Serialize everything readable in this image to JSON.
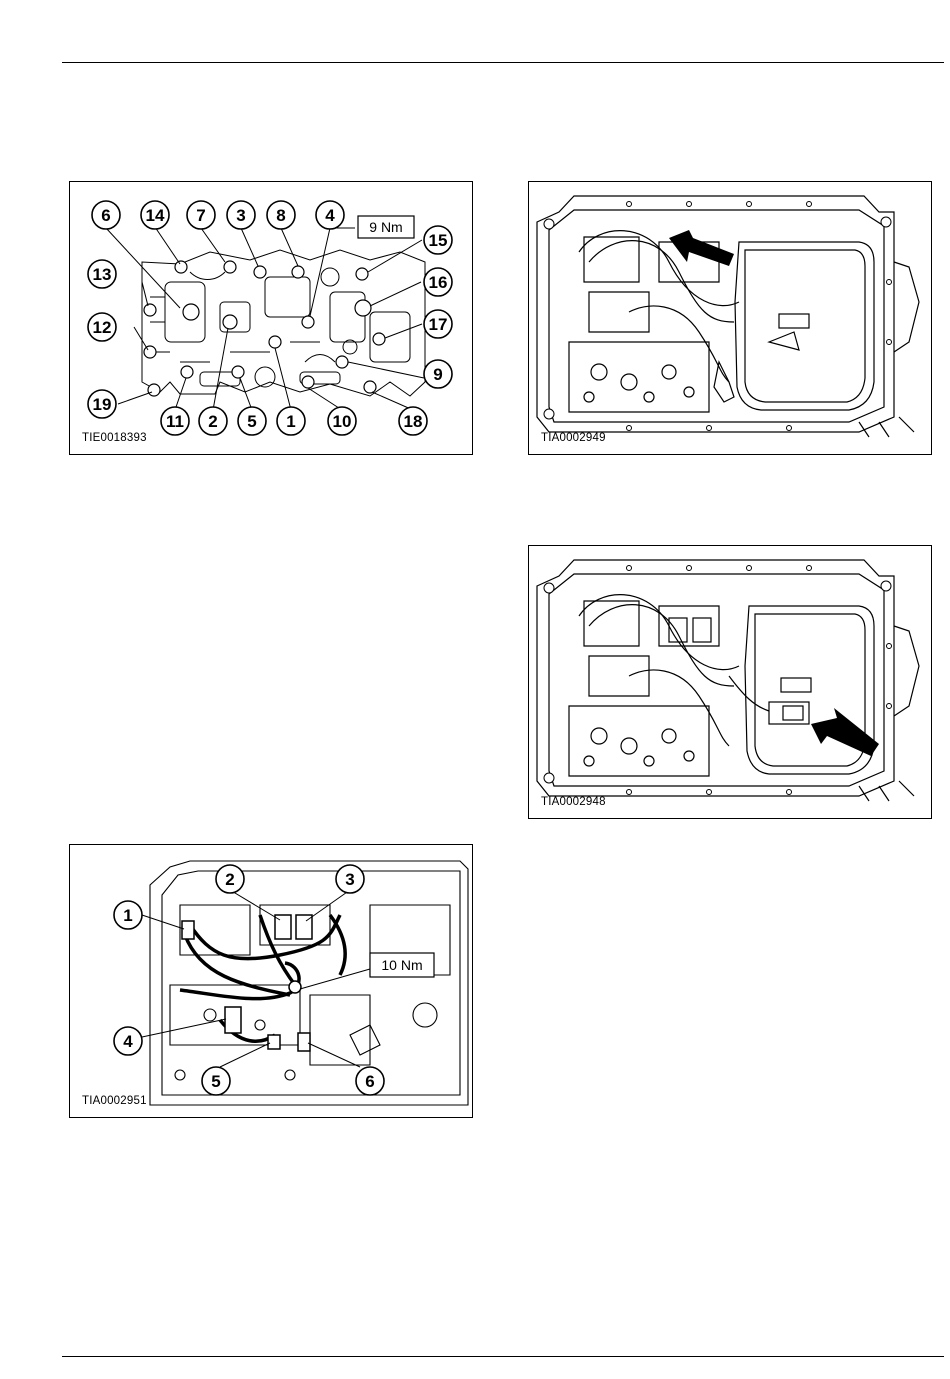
{
  "figures": {
    "fig1": {
      "code": "TIE0018393",
      "torque": "9 Nm",
      "callouts": {
        "c6": "6",
        "c14": "14",
        "c7": "7",
        "c3": "3",
        "c8": "8",
        "c4": "4",
        "c15": "15",
        "c13": "13",
        "c16": "16",
        "c12": "12",
        "c17": "17",
        "c9": "9",
        "c19": "19",
        "c11": "11",
        "c2": "2",
        "c5": "5",
        "c1": "1",
        "c10": "10",
        "c18": "18"
      }
    },
    "fig2": {
      "code": "TIA0002949"
    },
    "fig3": {
      "code": "TIA0002948"
    },
    "fig4": {
      "code": "TIA0002951",
      "torque": "10 Nm",
      "callouts": {
        "c1": "1",
        "c2": "2",
        "c3": "3",
        "c4": "4",
        "c5": "5",
        "c6": "6"
      }
    }
  }
}
